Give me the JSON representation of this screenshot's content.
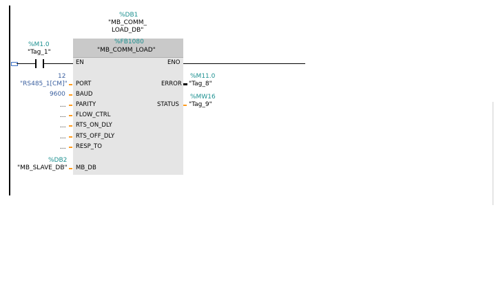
{
  "instance_db": {
    "address": "%DB1",
    "name_line1": "\"MB_COMM_",
    "name_line2": "LOAD_DB\""
  },
  "contact": {
    "address": "%M1.0",
    "name": "\"Tag_1\""
  },
  "block": {
    "type_address": "%FB1080",
    "type_name": "\"MB_COMM_LOAD\"",
    "en": "EN",
    "eno": "ENO"
  },
  "inputs": [
    {
      "pin": "PORT",
      "value": "12",
      "value2": "\"RS485_1[CM]\""
    },
    {
      "pin": "BAUD",
      "value": "9600"
    },
    {
      "pin": "PARITY",
      "value": "..."
    },
    {
      "pin": "FLOW_CTRL",
      "value": "..."
    },
    {
      "pin": "RTS_ON_DLY",
      "value": "..."
    },
    {
      "pin": "RTS_OFF_DLY",
      "value": "..."
    },
    {
      "pin": "RESP_TO",
      "value": "..."
    },
    {
      "pin": "MB_DB",
      "address": "%DB2",
      "value": "\"MB_SLAVE_DB\""
    }
  ],
  "outputs": [
    {
      "pin": "ERROR",
      "address": "%M11.0",
      "value": "\"Tag_8\""
    },
    {
      "pin": "STATUS",
      "address": "%MW16",
      "value": "\"Tag_9\""
    }
  ]
}
